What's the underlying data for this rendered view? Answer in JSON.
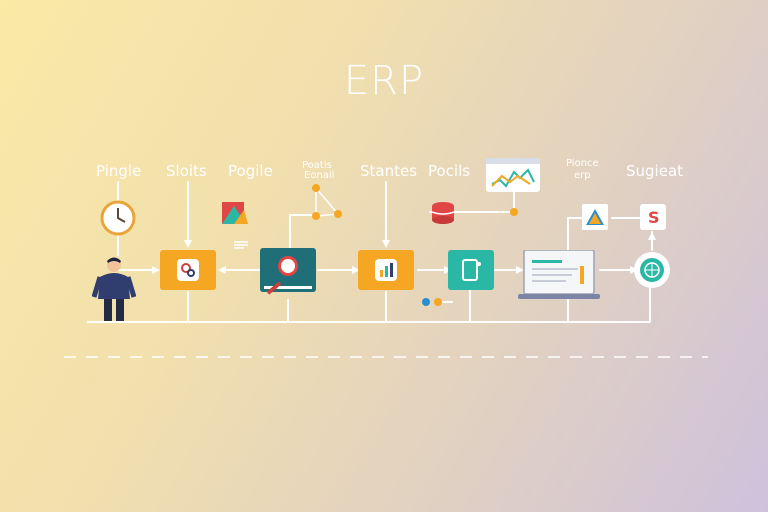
{
  "title": "ERP",
  "labels": {
    "l1": "Pingle",
    "l2": "Sloits",
    "l3": "Pogile",
    "l4a": "Poatis",
    "l4b": "Eonail",
    "l5": "Stantes",
    "l6": "Pocils",
    "l7a": "Pionce",
    "l7b": "erp",
    "l8": "Sugieat"
  },
  "icons": {
    "clock": "clock-icon",
    "person": "person-icon",
    "gears": "gears-icon",
    "magnifier": "magnifier-icon",
    "document": "document-icon",
    "tablet": "tablet-icon",
    "laptop": "laptop-icon",
    "globe": "globe-icon",
    "dollar": "dollar-icon",
    "database": "database-icon",
    "chart": "line-chart-icon",
    "warning": "warning-icon"
  },
  "colors": {
    "orange": "#f5a623",
    "teal": "#2bb7a6",
    "dark_teal": "#1f6f78",
    "red": "#e04646"
  }
}
